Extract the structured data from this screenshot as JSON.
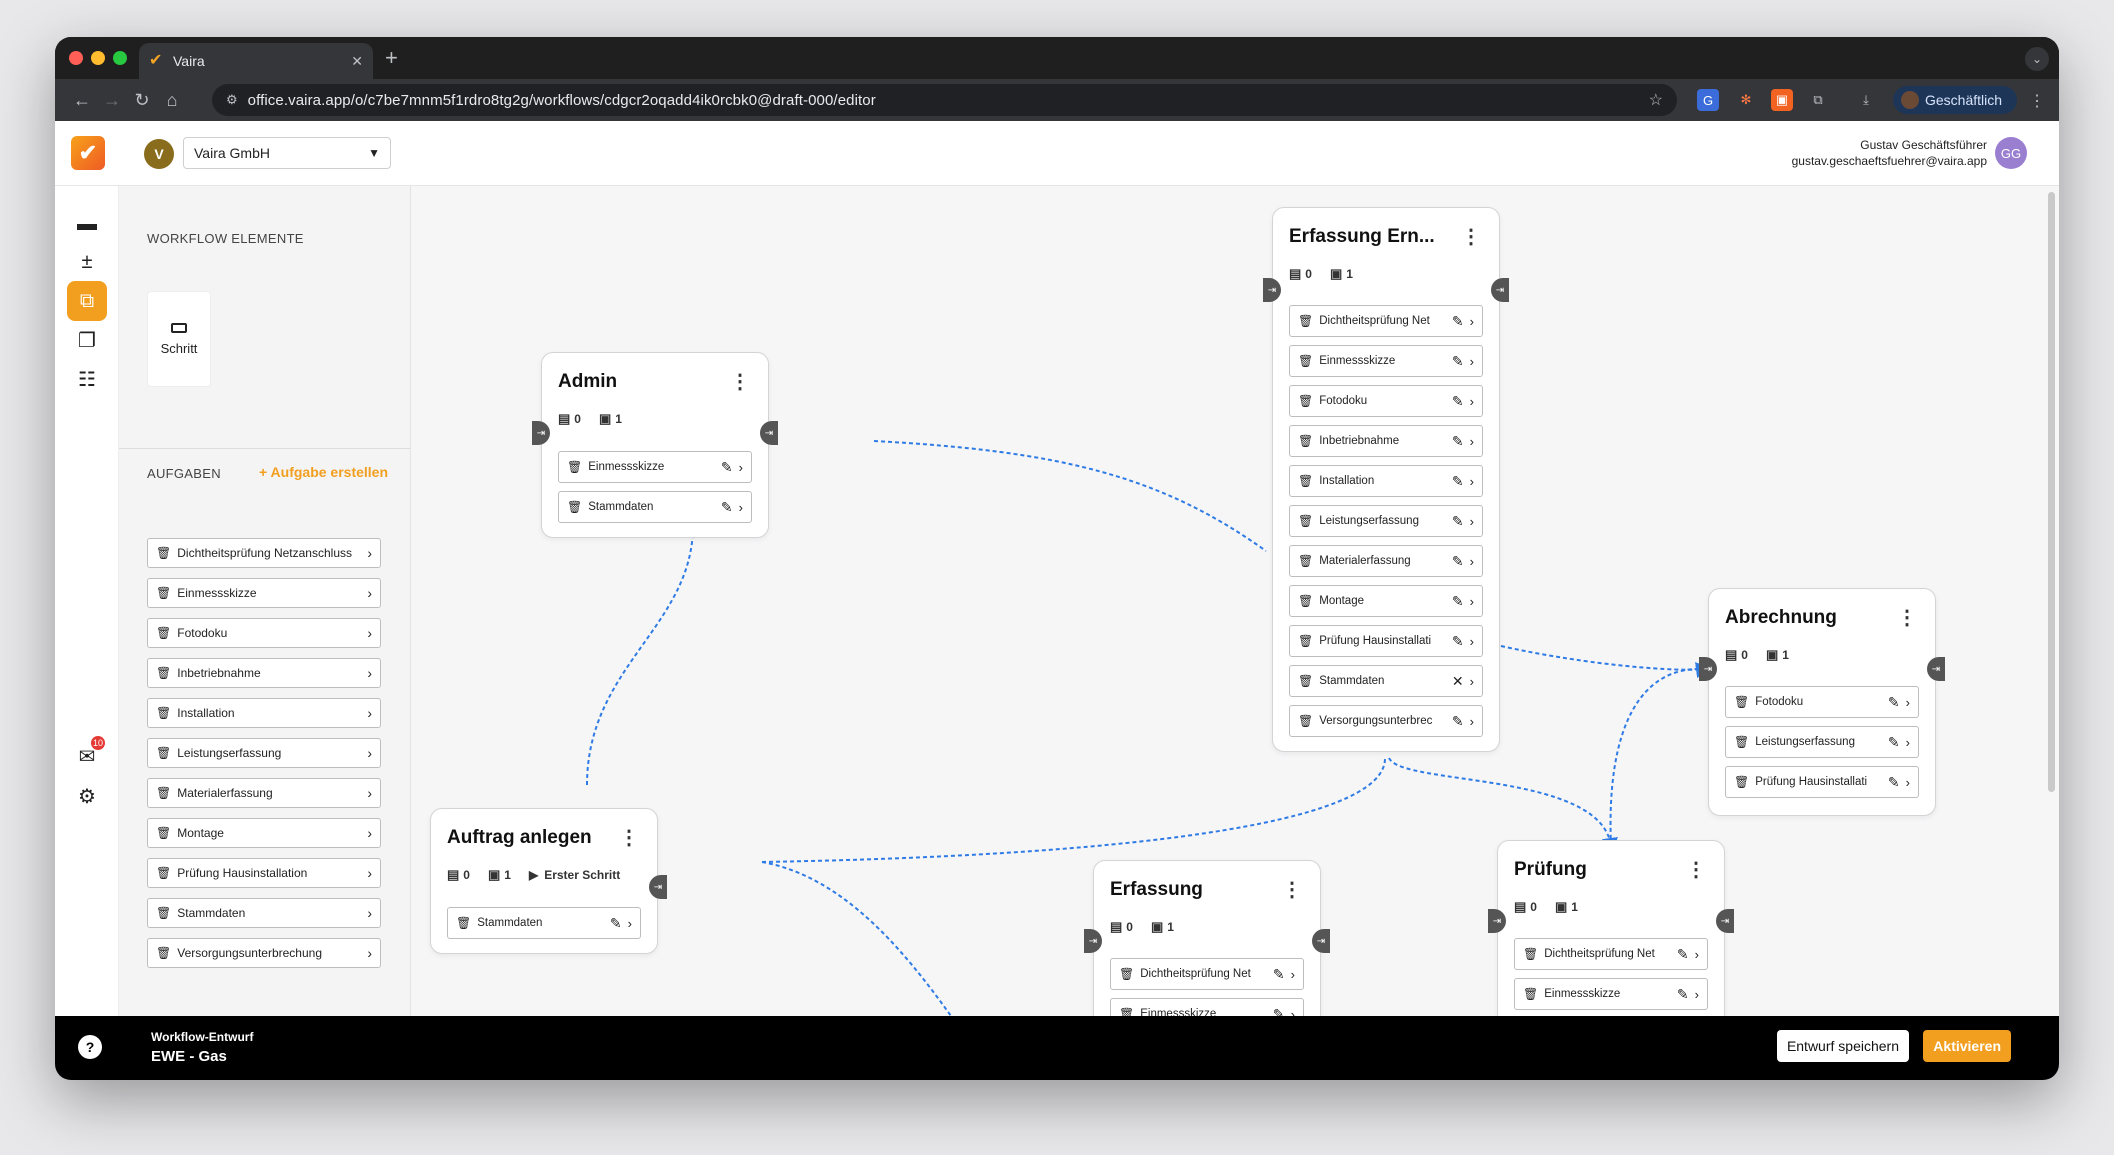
{
  "browser": {
    "tab_title": "Vaira",
    "new_tab": "+",
    "url": "office.vaira.app/o/c7be7mnm5f1rdro8tg2g/workflows/cdgcr2oqadd4ik0rcbk0@draft-000/editor",
    "profile_label": "Geschäftlich"
  },
  "header": {
    "org_avatar": "V",
    "org_name": "Vaira GmbH",
    "user_name": "Gustav Geschäftsführer",
    "user_email": "gustav.geschaeftsfuehrer@vaira.app",
    "user_initials": "GG"
  },
  "rail": {
    "notification_count": "10"
  },
  "palette": {
    "elements_heading": "WORKFLOW ELEMENTE",
    "step_tile": "Schritt",
    "tasks_heading": "AUFGABEN",
    "create_task": "+ Aufgabe erstellen",
    "tasks": [
      "Dichtheitsprüfung Netzanschluss",
      "Einmessskizze",
      "Fotodoku",
      "Inbetriebnahme",
      "Installation",
      "Leistungserfassung",
      "Materialerfassung",
      "Montage",
      "Prüfung Hausinstallation",
      "Stammdaten",
      "Versorgungsunterbrechung"
    ]
  },
  "nodes": {
    "admin": {
      "title": "Admin",
      "count_a": "0",
      "count_b": "1",
      "tasks": [
        "Einmessskizze",
        "Stammdaten"
      ]
    },
    "auftrag": {
      "title": "Auftrag anlegen",
      "count_a": "0",
      "count_b": "1",
      "first_step": "Erster Schritt",
      "tasks": [
        "Stammdaten"
      ]
    },
    "erfassung_ern": {
      "title": "Erfassung Ern...",
      "count_a": "0",
      "count_b": "1",
      "tasks": [
        "Dichtheitsprüfung Net",
        "Einmessskizze",
        "Fotodoku",
        "Inbetriebnahme",
        "Installation",
        "Leistungserfassung",
        "Materialerfassung",
        "Montage",
        "Prüfung Hausinstallati",
        "Stammdaten",
        "Versorgungsunterbrec"
      ]
    },
    "abrechnung": {
      "title": "Abrechnung",
      "count_a": "0",
      "count_b": "1",
      "tasks": [
        "Fotodoku",
        "Leistungserfassung",
        "Prüfung Hausinstallati"
      ]
    },
    "erfassung": {
      "title": "Erfassung",
      "count_a": "0",
      "count_b": "1",
      "tasks": [
        "Dichtheitsprüfung Net",
        "Einmessskizze"
      ]
    },
    "pruefung": {
      "title": "Prüfung",
      "count_a": "0",
      "count_b": "1",
      "tasks": [
        "Dichtheitsprüfung Net",
        "Einmessskizze"
      ]
    }
  },
  "footer": {
    "help": "?",
    "draft_label": "Workflow-Entwurf",
    "draft_name": "EWE - Gas",
    "save": "Entwurf speichern",
    "activate": "Aktivieren"
  },
  "colors": {
    "accent": "#f29f20",
    "edge": "#2f7be5"
  }
}
